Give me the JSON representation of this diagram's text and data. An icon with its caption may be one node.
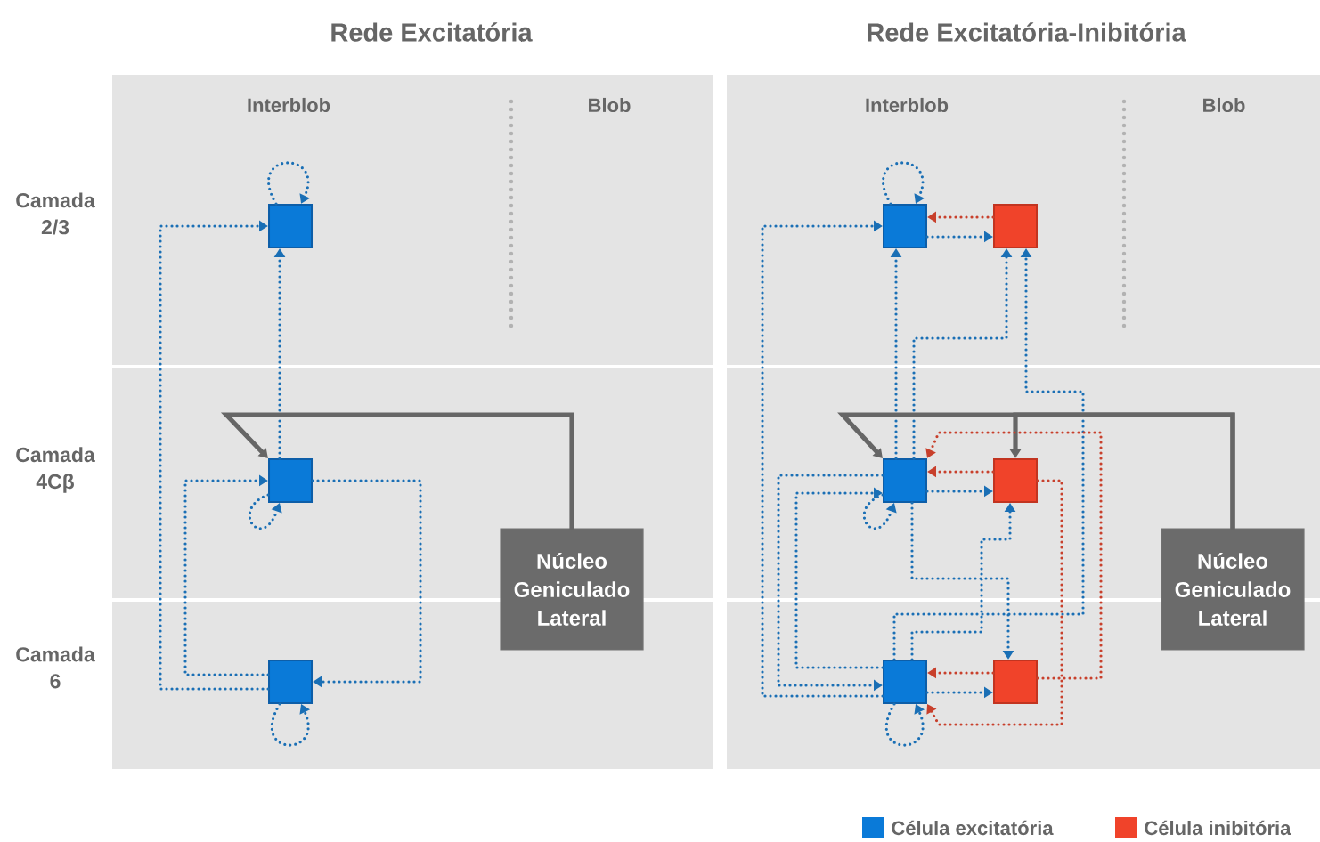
{
  "diagram": {
    "nodes": [
      {
        "text": [],
        "shape": "box"
      },
      {
        "text": [],
        "shape": "box"
      },
      {
        "text": [],
        "shape": "box"
      },
      {
        "text": [
          "Núcleo Geniculado Lateral"
        ]
      },
      {
        "text": [],
        "shape": "box"
      },
      {
        "text": [],
        "shape": "box"
      },
      {
        "text": [],
        "shape": "box"
      },
      {
        "text": [],
        "shape": "box"
      },
      {
        "text": [],
        "shape": "box"
      },
      {
        "text": [],
        "shape": "box"
      },
      {
        "text": [
          "Núcleo Geniculado Lateral"
        ]
      }
    ],
    "edges": [
      {
        "from": 0,
        "to": 0,
        "arrow": "to",
        "style": "dashed"
      },
      {
        "from": 1,
        "to": 1,
        "arrow": "to",
        "style": "dashed"
      },
      {
        "from": 2,
        "to": 2,
        "arrow": "to",
        "style": "dashed"
      },
      {
        "from": 2,
        "to": 0,
        "arrow": "to",
        "style": "dashed"
      },
      {
        "from": 1,
        "to": 0,
        "arrow": "to",
        "style": "dashed"
      },
      {
        "from": 3,
        "to": 1,
        "arrow": "to",
        "color": "#666666"
      },
      {
        "from": 1,
        "to": 2,
        "arrow": "to",
        "style": "dashed"
      },
      {
        "from": 2,
        "to": 1,
        "arrow": "to",
        "style": "dashed"
      },
      {
        "from": 4,
        "to": 4,
        "arrow": "to",
        "style": "dashed"
      },
      {
        "from": 6,
        "to": 6,
        "arrow": "to",
        "style": "dashed"
      },
      {
        "from": 8,
        "to": 8,
        "arrow": "to",
        "style": "dashed"
      },
      {
        "from": 4,
        "to": 5,
        "arrow": "to",
        "style": "dashed"
      },
      {
        "from": 5,
        "to": 4,
        "arrow": "to",
        "style": "dashed",
        "color": "#c8402c"
      },
      {
        "from": 8,
        "to": 4,
        "arrow": "to",
        "style": "dashed"
      },
      {
        "from": 6,
        "to": 4,
        "arrow": "to",
        "style": "dashed"
      },
      {
        "from": 6,
        "to": 5,
        "arrow": "to",
        "style": "dashed"
      },
      {
        "from": 8,
        "to": 5,
        "arrow": "to",
        "style": "dashed"
      },
      {
        "from": 8,
        "to": 7,
        "arrow": "to",
        "style": "dashed"
      },
      {
        "from": 10,
        "to": 6,
        "arrow": "to",
        "color": "#666666"
      },
      {
        "from": 10,
        "to": 7,
        "arrow": "to",
        "color": "#666666"
      },
      {
        "from": 6,
        "to": 7,
        "arrow": "to",
        "style": "dashed"
      },
      {
        "from": 7,
        "to": 6,
        "arrow": "to",
        "style": "dashed",
        "color": "#c8402c"
      },
      {
        "from": 8,
        "to": 9,
        "arrow": "to",
        "style": "dashed"
      },
      {
        "from": 9,
        "to": 8,
        "arrow": "to",
        "style": "dashed",
        "color": "#c8402c"
      },
      {
        "from": 9,
        "to": 6,
        "arrow": "to",
        "style": "dashed",
        "color": "#c8402c"
      },
      {
        "from": 7,
        "to": 8,
        "arrow": "to",
        "style": "dashed",
        "color": "#c8402c"
      },
      {
        "from": 6,
        "to": 9,
        "arrow": "to",
        "style": "dashed"
      },
      {
        "from": 6,
        "to": 8,
        "arrow": "to",
        "style": "dashed"
      },
      {
        "from": 8,
        "to": 6,
        "arrow": "to",
        "style": "dashed"
      }
    ],
    "labels": [
      "Rede Excitatória",
      "Rede Excitatória-Inibitória",
      "Interblob",
      "Blob",
      "Interblob",
      "Blob",
      "Camada 2/3",
      "Camada 4Cβ",
      "Camada 6"
    ],
    "legend": [
      {
        "text": "Célula excitatória",
        "color": "#0a7ad8"
      },
      {
        "text": "Célula inibitória",
        "color": "#f0432a"
      }
    ]
  }
}
